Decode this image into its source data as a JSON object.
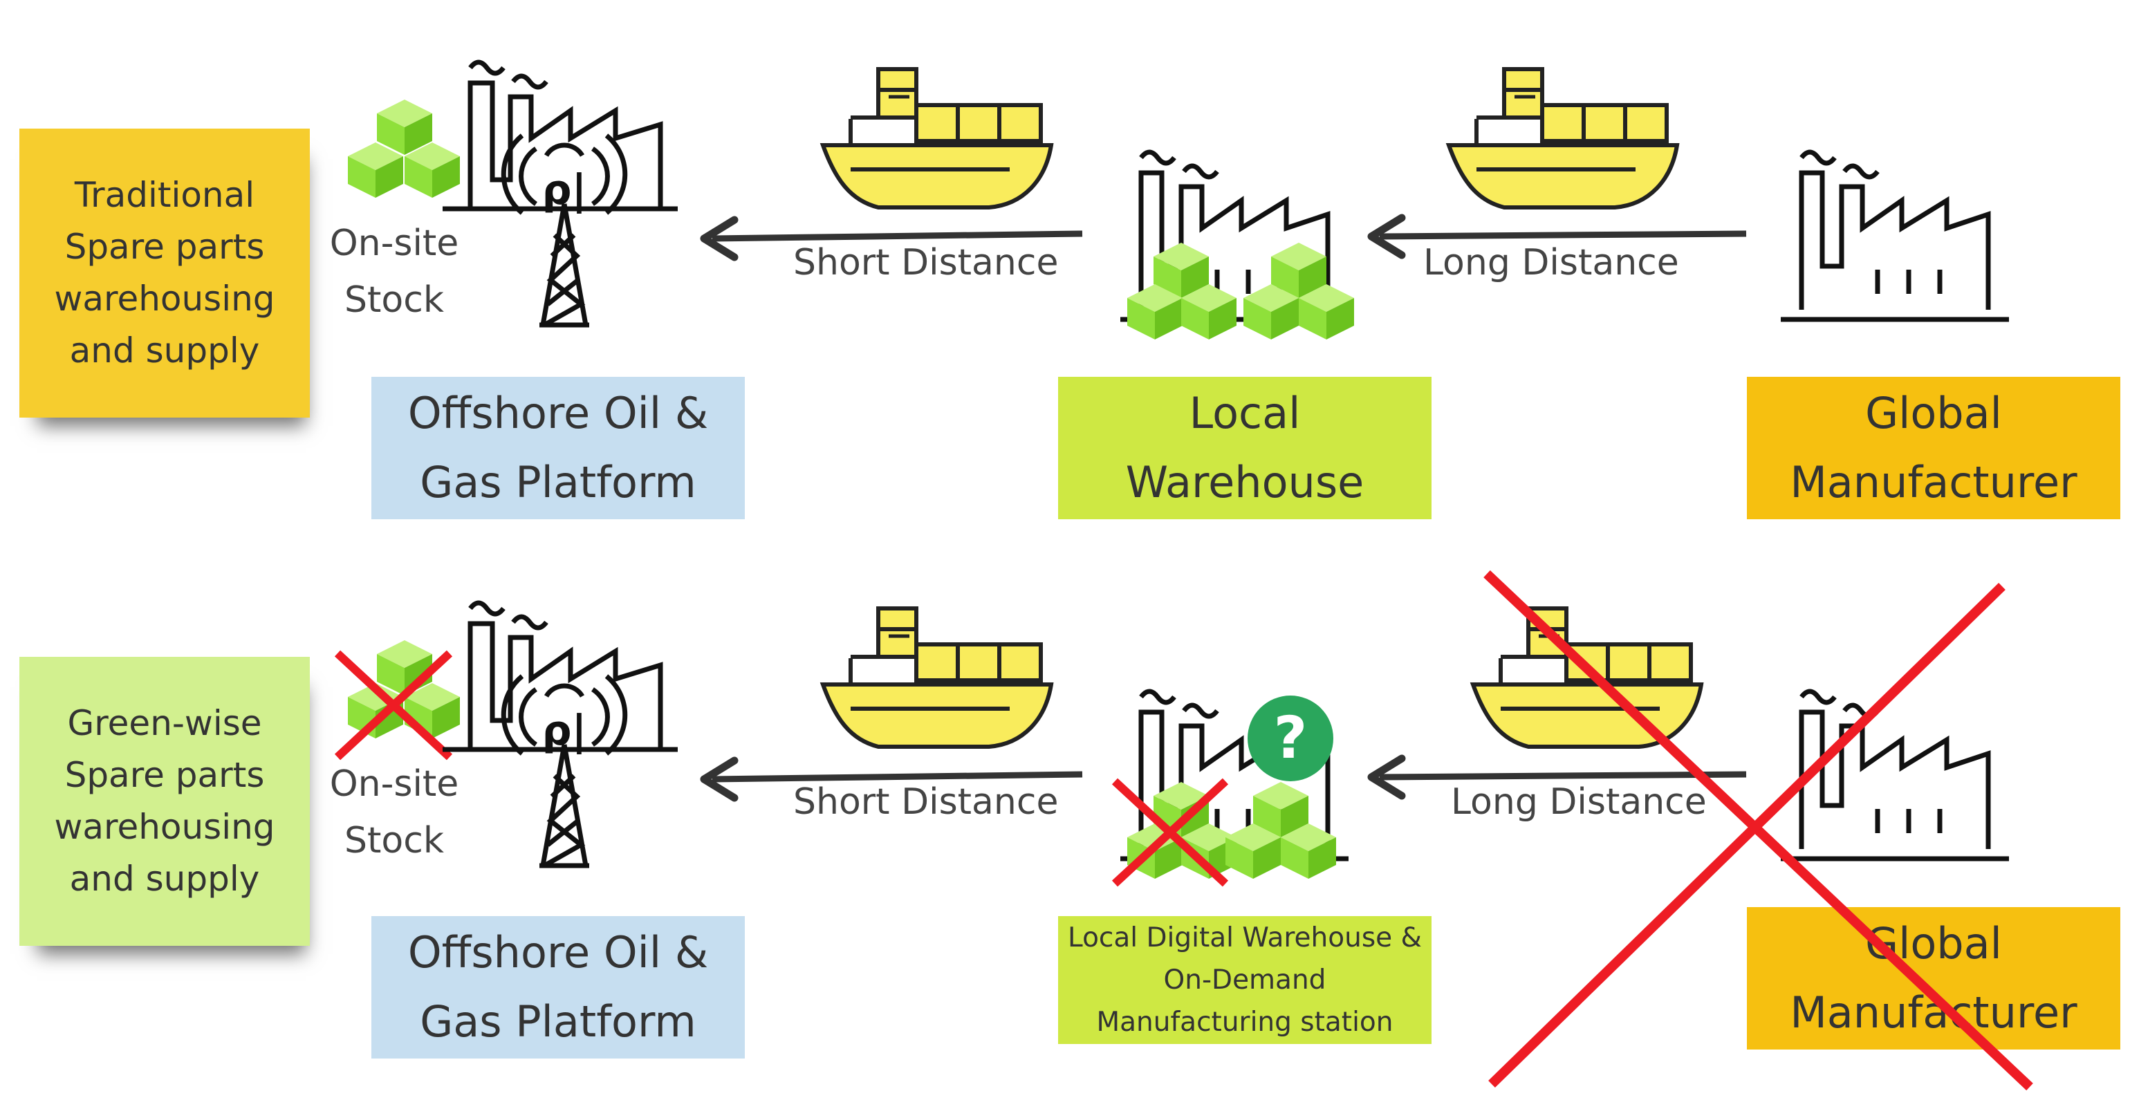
{
  "rows": [
    {
      "id": "traditional",
      "title": "Traditional\nSpare parts\nwarehousing\nand supply",
      "stock_label": "On-site\nStock",
      "platform": "Offshore Oil &\nGas Platform",
      "short_distance": "Short Distance",
      "warehouse": "Local\nWarehouse",
      "long_distance": "Long Distance",
      "manufacturer": "Global\nManufacturer"
    },
    {
      "id": "green",
      "title": "Green-wise\nSpare parts\nwarehousing\nand supply",
      "stock_label": "On-site\nStock",
      "platform": "Offshore Oil &\nGas Platform",
      "short_distance": "Short Distance",
      "warehouse": "Local Digital Warehouse &\nOn-Demand\nManufacturing station",
      "long_distance": "Long Distance",
      "manufacturer": "Global\nManufacturer"
    }
  ],
  "colors": {
    "traditional_note": "#f6cd2e",
    "green_note": "#d2f08f",
    "platform_box": "#c6def0",
    "local_box": "#cee843",
    "global_box": "#f6c010",
    "ship": "#f9ec5c",
    "cube": "#8fe03a",
    "cross": "#ee1c24",
    "question_badge": "#2aa65c"
  },
  "icons": [
    "oil-platform-icon",
    "cargo-ship-icon",
    "factory-icon",
    "cube-stack-icon",
    "question-icon",
    "cross-out-icon"
  ]
}
